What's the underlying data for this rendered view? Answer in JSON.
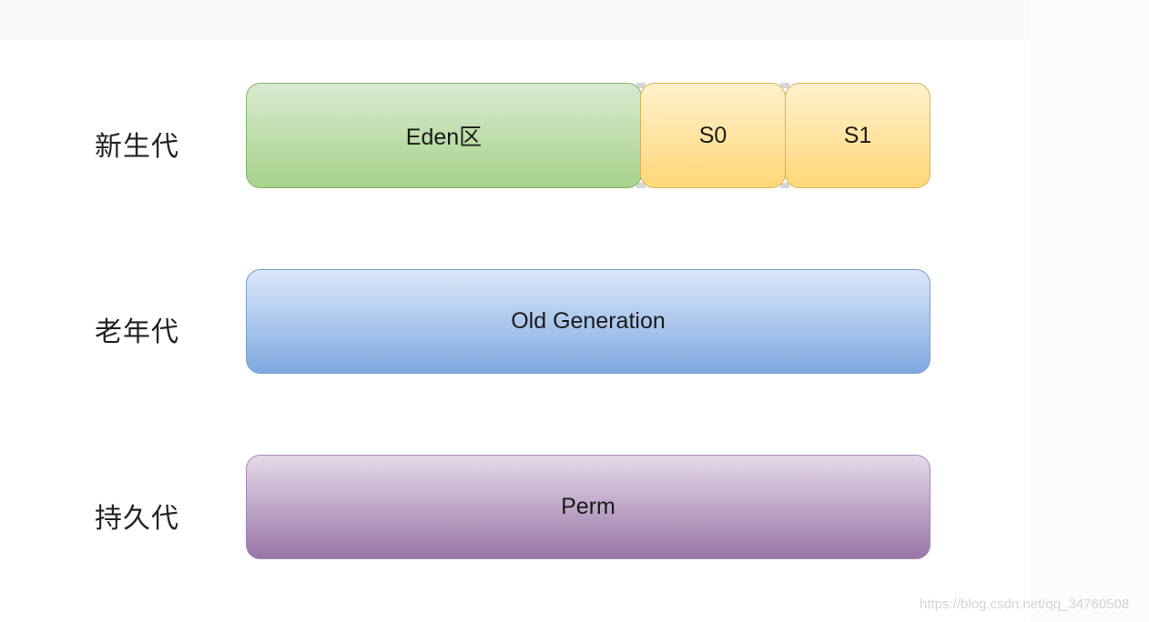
{
  "rows": [
    {
      "label": "新生代",
      "blocks": [
        {
          "label": "Eden区",
          "color": "#a6d28a"
        },
        {
          "label": "S0",
          "color": "#ffd77a"
        },
        {
          "label": "S1",
          "color": "#ffd77a"
        }
      ]
    },
    {
      "label": "老年代",
      "blocks": [
        {
          "label": "Old Generation",
          "color": "#7fa9e0"
        }
      ]
    },
    {
      "label": "持久代",
      "blocks": [
        {
          "label": "Perm",
          "color": "#9875a6"
        }
      ]
    }
  ],
  "watermark": "https://blog.csdn.net/qq_34760508"
}
